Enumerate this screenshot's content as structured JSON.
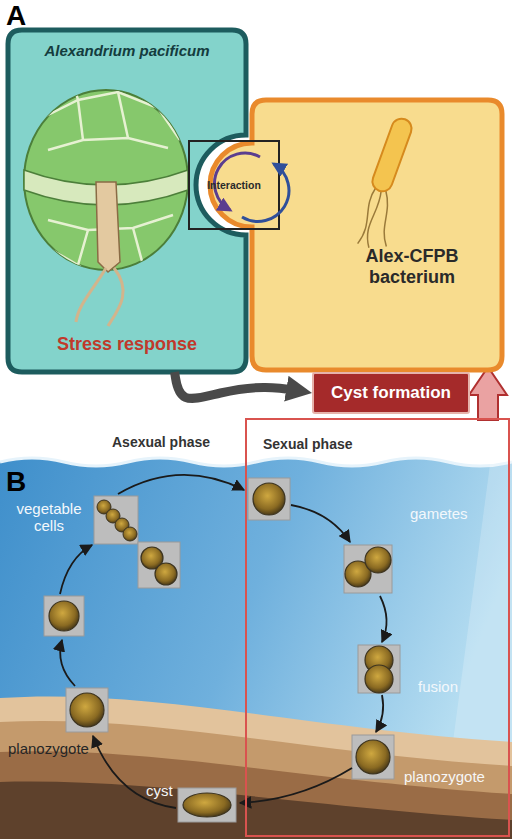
{
  "diagram": {
    "nodes": [
      {
        "text": [
          "Alexandrium pacificum",
          "Stress response"
        ]
      },
      {
        "text": [
          "Alex-CFPB bacterium"
        ]
      },
      {
        "text": [
          "Interaction"
        ]
      },
      {
        "text": [
          "Cyst formation"
        ]
      },
      {
        "text": [
          "Sexual phase"
        ]
      }
    ],
    "edges": [
      {
        "from": 0,
        "to": 3,
        "arrow": "to"
      }
    ],
    "labels": [
      "A",
      "B",
      "Asexual phase",
      "vegetable cells",
      "gametes",
      "fusion",
      "planozygote",
      "cyst",
      "planozygote"
    ]
  }
}
